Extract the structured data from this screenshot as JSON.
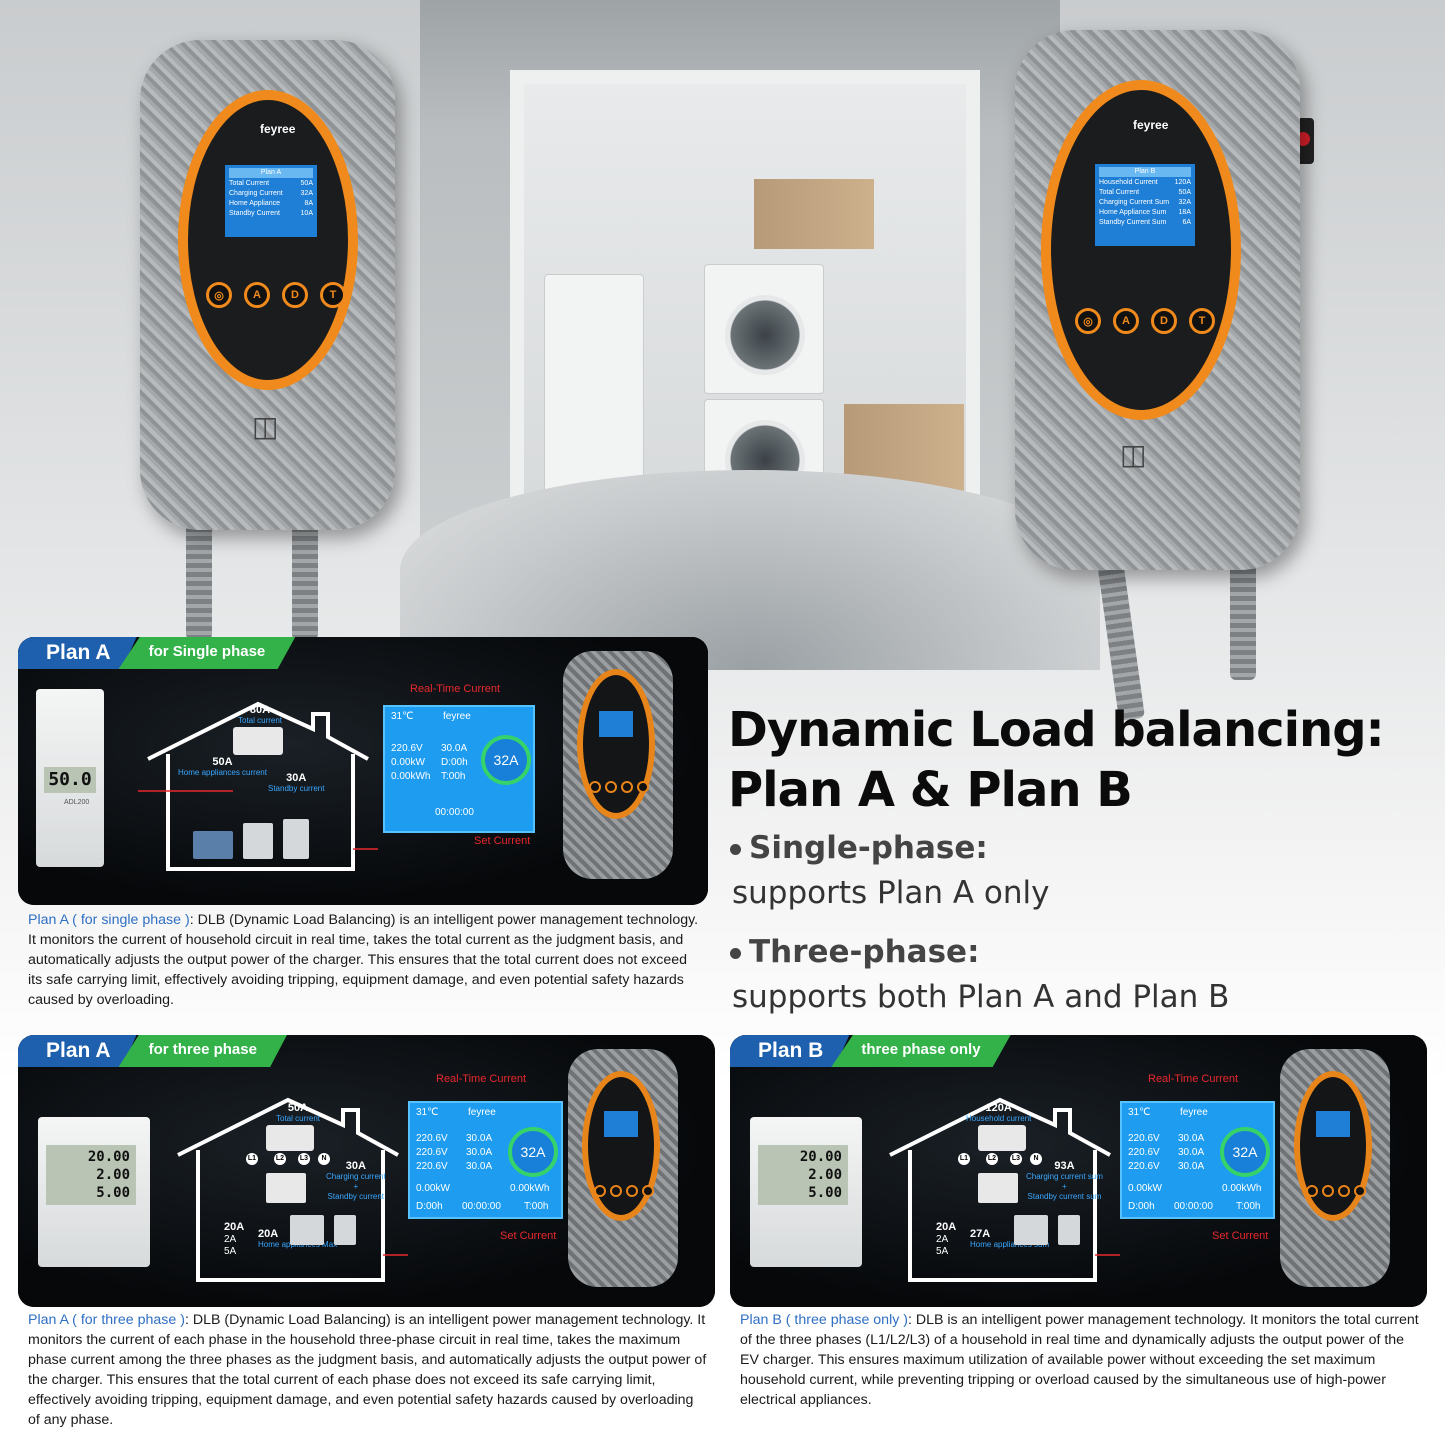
{
  "brand": "feyree",
  "hero": {
    "left_screen": {
      "title": "Plan A",
      "rows": [
        {
          "label": "Total Current",
          "value": "50A"
        },
        {
          "label": "Charging Current",
          "value": "32A"
        },
        {
          "label": "Home Appliance",
          "value": "8A"
        },
        {
          "label": "Standby Current",
          "value": "10A"
        }
      ]
    },
    "right_screen": {
      "title": "Plan B",
      "rows": [
        {
          "label": "Household Current",
          "value": "120A"
        },
        {
          "label": "Total Current",
          "value": "50A"
        },
        {
          "label": "Charging Current Sum",
          "value": "32A"
        },
        {
          "label": "Home Appliance Sum",
          "value": "18A"
        },
        {
          "label": "Standby Current Sum",
          "value": "6A"
        }
      ]
    },
    "buttons": [
      "◎",
      "A",
      "D",
      "T"
    ]
  },
  "headline": {
    "line1": "Dynamic Load balancing:",
    "line2": "Plan A & Plan B",
    "single_title": "Single-phase:",
    "single_text": "supports Plan A only",
    "three_title": "Three-phase:",
    "three_text": "supports both Plan A and Plan B"
  },
  "panels": {
    "a_single": {
      "tag": "Plan A",
      "subtag": "for Single phase",
      "meter_lcd": "50.0",
      "meter_model": "ADL200",
      "total": {
        "value": "80A",
        "label": "Total current"
      },
      "home": {
        "value": "50A",
        "label": "Home appliances current"
      },
      "standby": {
        "value": "30A",
        "label": "Standby current"
      },
      "realtime_label": "Real-Time Current",
      "set_label": "Set Current",
      "dash": {
        "temp": "31℃",
        "brand": "feyree",
        "v1": "220.6V",
        "a1": "30.0A",
        "kw": "0.00kW",
        "d": "D:00h",
        "kwh": "0.00kWh",
        "t": "T:00h",
        "time": "00:00:00",
        "circle": "32A"
      },
      "desc_label": "Plan A ( for single phase )",
      "desc_text": ": DLB (Dynamic Load Balancing) is an intelligent power management technology. It monitors the current of household circuit in real time, takes the total current as the judgment basis, and automatically adjusts the output power of the charger. This ensures that the total current does not exceed its safe carrying limit, effectively avoiding tripping, equipment damage, and even potential safety hazards caused by overloading."
    },
    "a_three": {
      "tag": "Plan A",
      "subtag": "for three phase",
      "meter_lcd": [
        "20.00",
        "2.00",
        "5.00"
      ],
      "total": {
        "value": "50A",
        "label": "Total current"
      },
      "phases": [
        "L1",
        "L2",
        "L3",
        "N"
      ],
      "standby": {
        "value": "30A",
        "label1": "Charging current",
        "plus": "+",
        "label2": "Standby current"
      },
      "phase_vals": [
        "20A",
        "2A",
        "5A"
      ],
      "home": {
        "value": "20A",
        "label": "Home appliances Max"
      },
      "realtime_label": "Real-Time Current",
      "set_label": "Set Current",
      "dash": {
        "temp": "31℃",
        "brand": "feyree",
        "r1v": "220.6V",
        "r1a": "30.0A",
        "r2v": "220.6V",
        "r2a": "30.0A",
        "r3v": "220.6V",
        "r3a": "30.0A",
        "kw": "0.00kW",
        "kwh": "0.00kWh",
        "d": "D:00h",
        "time": "00:00:00",
        "t": "T:00h",
        "circle": "32A"
      },
      "desc_label": "Plan A ( for three phase )",
      "desc_text": ": DLB (Dynamic Load Balancing) is an intelligent power management technology. It monitors the current of each phase in the household three-phase circuit in real time, takes the maximum phase current among the three phases as the judgment basis, and automatically adjusts the output power of the charger. This ensures that the total current of each phase does not exceed its safe carrying limit, effectively avoiding tripping, equipment damage, and even potential safety hazards caused by overloading of any phase."
    },
    "b_three": {
      "tag": "Plan B",
      "subtag": "three phase only",
      "meter_lcd": [
        "20.00",
        "2.00",
        "5.00"
      ],
      "total": {
        "value": "120A",
        "label": "Household current"
      },
      "phases": [
        "L1",
        "L2",
        "L3",
        "N"
      ],
      "standby": {
        "value": "93A",
        "label1": "Charging current sum",
        "plus": "+",
        "label2": "Standby current sum"
      },
      "phase_vals": [
        "20A",
        "2A",
        "5A"
      ],
      "home": {
        "value": "27A",
        "label": "Home appliances sum"
      },
      "realtime_label": "Real-Time Current",
      "set_label": "Set Current",
      "dash": {
        "temp": "31℃",
        "brand": "feyree",
        "r1v": "220.6V",
        "r1a": "30.0A",
        "r2v": "220.6V",
        "r2a": "30.0A",
        "r3v": "220.6V",
        "r3a": "30.0A",
        "kw": "0.00kW",
        "kwh": "0.00kWh",
        "d": "D:00h",
        "time": "00:00:00",
        "t": "T:00h",
        "circle": "32A"
      },
      "desc_label": "Plan B ( three phase only )",
      "desc_text": ": DLB is an intelligent power management technology. It monitors the total current of the three phases (L1/L2/L3) of a household in real time and dynamically adjusts the output power of the EV charger. This ensures maximum utilization of available power without exceeding the set maximum household current, while preventing tripping or overload caused by the simultaneous use of high-power electrical appliances."
    }
  },
  "colors": {
    "accent_orange": "#f08a1c",
    "tag_blue": "#1e5fae",
    "tag_green": "#33b24a",
    "screen_blue": "#1f7fd6",
    "alert_red": "#e8282e",
    "desc_blue": "#2f6fc4"
  }
}
